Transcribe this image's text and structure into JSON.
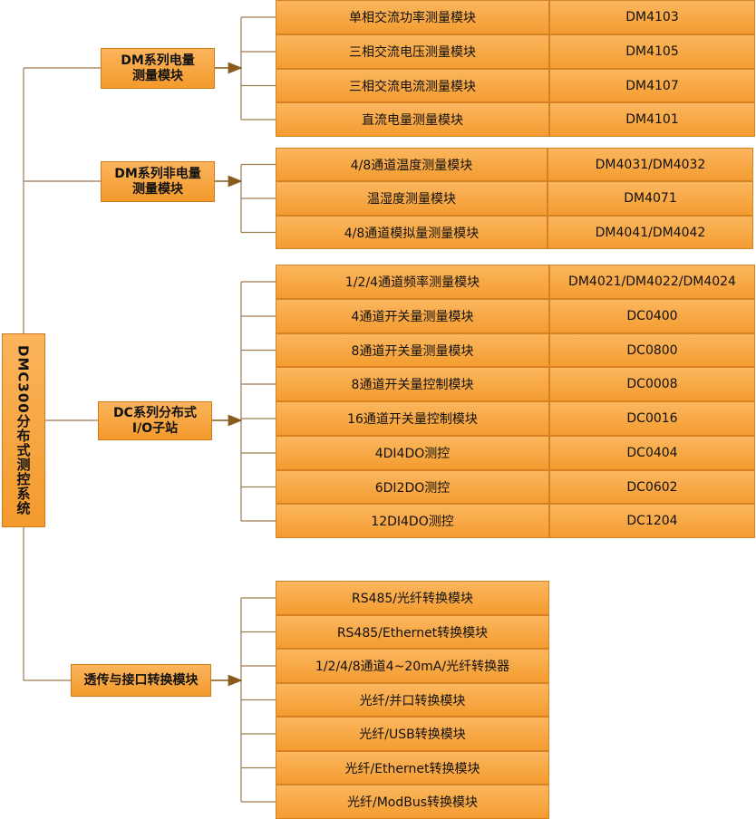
{
  "root": "DMC300分布式测控系统",
  "categories": [
    {
      "label": "DM系列电量测量模块",
      "line1": "DM系列电量",
      "line2": "测量模块",
      "rows": [
        {
          "name": "单相交流功率测量模块",
          "model": "DM4103"
        },
        {
          "name": "三相交流电压测量模块",
          "model": "DM4105"
        },
        {
          "name": "三相交流电流测量模块",
          "model": "DM4107"
        },
        {
          "name": "直流电量测量模块",
          "model": "DM4101"
        }
      ]
    },
    {
      "label": "DM系列非电量测量模块",
      "line1": "DM系列非电量",
      "line2": "测量模块",
      "rows": [
        {
          "name": "4/8通道温度测量模块",
          "model": "DM4031/DM4032"
        },
        {
          "name": "温湿度测量模块",
          "model": "DM4071"
        },
        {
          "name": "4/8通道模拟量测量模块",
          "model": "DM4041/DM4042"
        }
      ]
    },
    {
      "label": "DC系列分布式I/O子站",
      "line1": "DC系列分布式",
      "line2": "I/O子站",
      "rows": [
        {
          "name": "1/2/4通道频率测量模块",
          "model": "DM4021/DM4022/DM4024"
        },
        {
          "name": "4通道开关量测量模块",
          "model": "DC0400"
        },
        {
          "name": "8通道开关量测量模块",
          "model": "DC0800"
        },
        {
          "name": "8通道开关量控制模块",
          "model": "DC0008"
        },
        {
          "name": "16通道开关量控制模块",
          "model": "DC0016"
        },
        {
          "name": "4DI4DO测控",
          "model": "DC0404"
        },
        {
          "name": "6DI2DO测控",
          "model": "DC0602"
        },
        {
          "name": "12DI4DO测控",
          "model": "DC1204"
        }
      ]
    },
    {
      "label": "透传与接口转换模块",
      "line1": "透传与接口转换模块",
      "line2": "",
      "rows": [
        {
          "name": "RS485/光纤转换模块"
        },
        {
          "name": "RS485/Ethernet转换模块"
        },
        {
          "name": "1/2/4/8通道4~20mA/光纤转换器"
        },
        {
          "name": "光纤/并口转换模块"
        },
        {
          "name": "光纤/USB转换模块"
        },
        {
          "name": "光纤/Ethernet转换模块"
        },
        {
          "name": "光纤/ModBus转换模块"
        }
      ]
    }
  ],
  "colors": {
    "box_fill": "#f6a53f",
    "box_border": "#d07a18",
    "line": "#8a6a3a",
    "arrow": "#8a5a1a"
  }
}
